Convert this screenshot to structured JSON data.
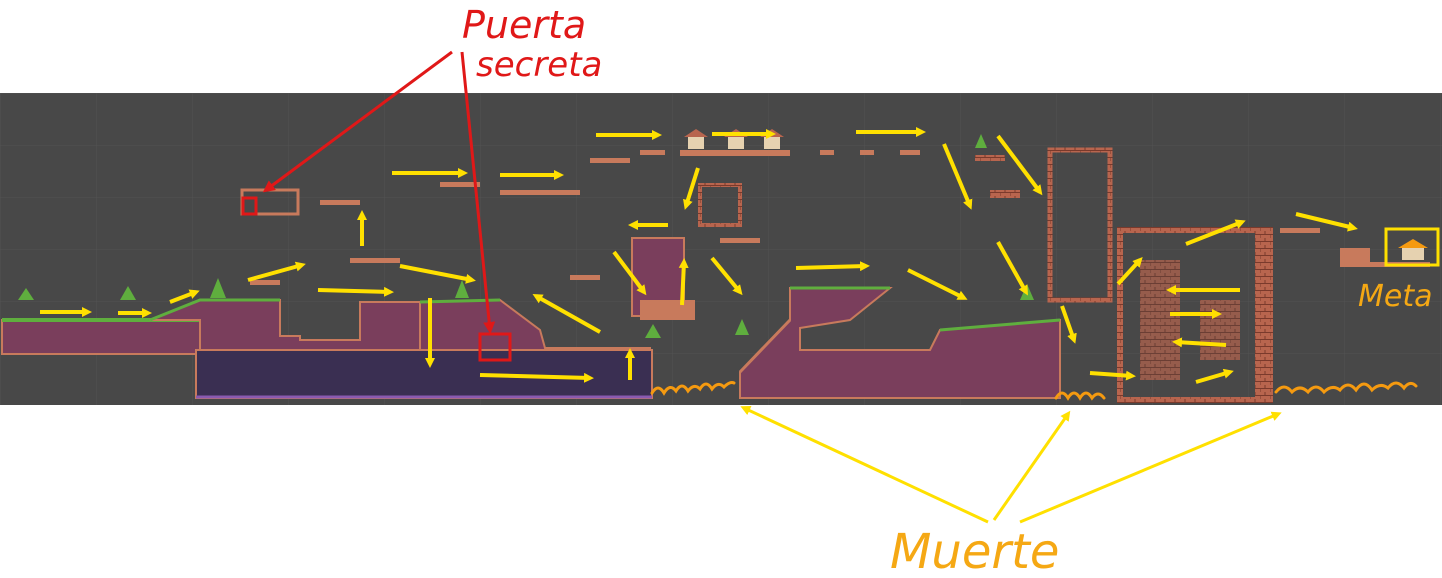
{
  "annotations": {
    "secret_door_line1": "Puerta",
    "secret_door_line2": "secreta",
    "goal": "Meta",
    "death": "Muerte"
  },
  "colors": {
    "editor_background": "#484848",
    "grid": "#525252",
    "secret_door_color": "#e01818",
    "path_arrow_color": "#ffe000",
    "death_color": "#f59a10",
    "goal_box_color": "#ffe000",
    "terrain": "#7a3e5c",
    "terrain_edge": "#c87a5c",
    "grass": "#5fae3e",
    "cave": "#3a2f52",
    "brick": "#b8654e"
  },
  "icons": [
    "arrow-icon",
    "tree-icon",
    "house-icon",
    "door-icon"
  ]
}
